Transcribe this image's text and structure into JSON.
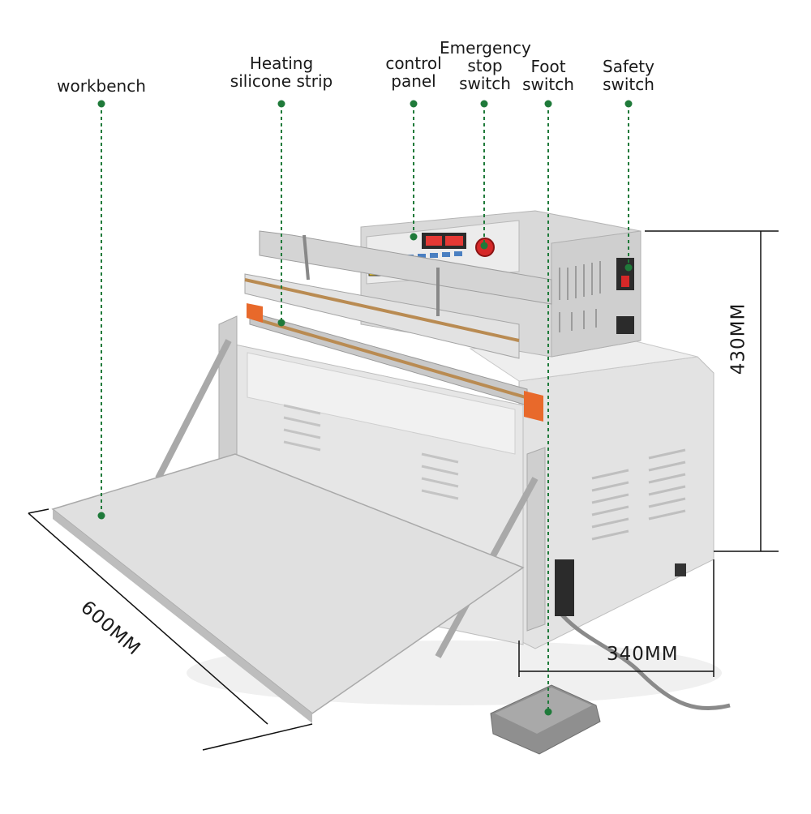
{
  "colors": {
    "leader": "#1f7a3a",
    "machine_body": "#dcdcdc",
    "machine_shadow": "#b9b9b9",
    "accent_orange": "#e8692b",
    "display_red": "#e53935",
    "stop_red": "#d62828"
  },
  "callouts": {
    "workbench": "workbench",
    "heating_strip": "Heating\nsilicone strip",
    "control_panel": "control\npanel",
    "emergency_stop": "Emergency\nstop\nswitch",
    "foot_switch": "Foot\nswitch",
    "safety_switch": "Safety\nswitch"
  },
  "dimensions": {
    "height": "430MM",
    "depth": "340MM",
    "width": "600MM"
  }
}
